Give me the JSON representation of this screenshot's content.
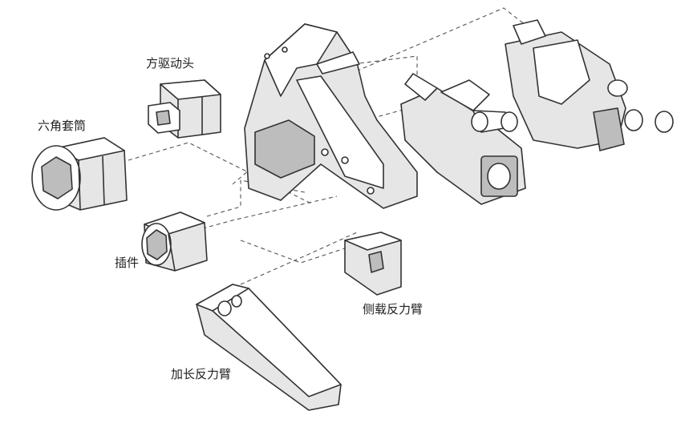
{
  "labels": {
    "square_drive": "方驱动头",
    "hex_socket": "六角套筒",
    "insert": "插件",
    "side_reaction_arm": "侧载反力臂",
    "extended_reaction_arm": "加长反力臂"
  },
  "colors": {
    "line": "#333333",
    "shade": "#e6e6e6",
    "dark": "#bdbdbd",
    "background": "#ffffff"
  }
}
